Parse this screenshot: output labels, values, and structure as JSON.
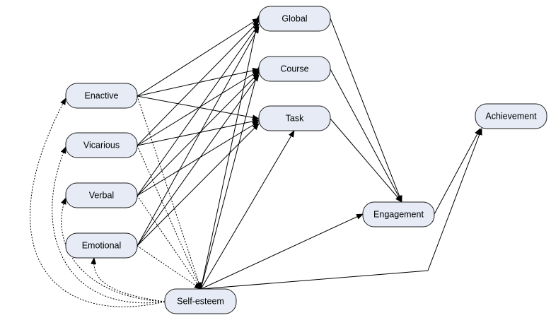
{
  "diagram": {
    "nodes": {
      "enactive": "Enactive",
      "vicarious": "Vicarious",
      "verbal": "Verbal",
      "emotional": "Emotional",
      "self_esteem": "Self-esteem",
      "global": "Global",
      "course": "Course",
      "task": "Task",
      "engagement": "Engagement",
      "achievement": "Achievement"
    },
    "edges": [
      {
        "from": "enactive",
        "to": "global",
        "style": "solid"
      },
      {
        "from": "enactive",
        "to": "course",
        "style": "solid"
      },
      {
        "from": "enactive",
        "to": "task",
        "style": "solid"
      },
      {
        "from": "vicarious",
        "to": "global",
        "style": "solid"
      },
      {
        "from": "vicarious",
        "to": "course",
        "style": "solid"
      },
      {
        "from": "vicarious",
        "to": "task",
        "style": "solid"
      },
      {
        "from": "verbal",
        "to": "global",
        "style": "solid"
      },
      {
        "from": "verbal",
        "to": "course",
        "style": "solid"
      },
      {
        "from": "verbal",
        "to": "task",
        "style": "solid"
      },
      {
        "from": "emotional",
        "to": "global",
        "style": "solid"
      },
      {
        "from": "emotional",
        "to": "course",
        "style": "solid"
      },
      {
        "from": "emotional",
        "to": "task",
        "style": "solid"
      },
      {
        "from": "self_esteem",
        "to": "global",
        "style": "solid"
      },
      {
        "from": "self_esteem",
        "to": "course",
        "style": "solid"
      },
      {
        "from": "self_esteem",
        "to": "task",
        "style": "solid"
      },
      {
        "from": "self_esteem",
        "to": "engagement",
        "style": "solid"
      },
      {
        "from": "self_esteem",
        "to": "achievement",
        "style": "solid"
      },
      {
        "from": "global",
        "to": "engagement",
        "style": "solid"
      },
      {
        "from": "course",
        "to": "engagement",
        "style": "solid"
      },
      {
        "from": "task",
        "to": "engagement",
        "style": "solid"
      },
      {
        "from": "engagement",
        "to": "achievement",
        "style": "solid"
      },
      {
        "from": "enactive",
        "to": "self_esteem",
        "style": "dotted"
      },
      {
        "from": "vicarious",
        "to": "self_esteem",
        "style": "dotted"
      },
      {
        "from": "verbal",
        "to": "self_esteem",
        "style": "dotted"
      },
      {
        "from": "emotional",
        "to": "self_esteem",
        "style": "dotted"
      },
      {
        "from": "self_esteem",
        "to": "enactive",
        "style": "dotted"
      },
      {
        "from": "self_esteem",
        "to": "vicarious",
        "style": "dotted"
      },
      {
        "from": "self_esteem",
        "to": "verbal",
        "style": "dotted"
      },
      {
        "from": "self_esteem",
        "to": "emotional",
        "style": "dotted"
      }
    ]
  }
}
